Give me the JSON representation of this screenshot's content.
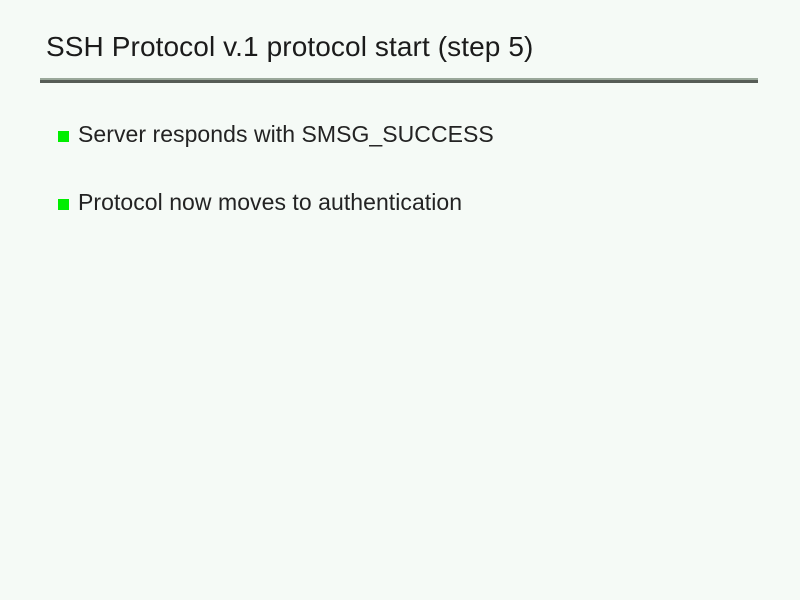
{
  "slide": {
    "title": "SSH Protocol v.1 protocol start (step 5)",
    "bullets": [
      {
        "marker": "square-bullet-icon",
        "text": "Server responds with SMSG_SUCCESS"
      },
      {
        "marker": "square-bullet-icon",
        "text": "Protocol now moves to authentication"
      }
    ],
    "colors": {
      "background": "#f5faf6",
      "title_text": "#1b1b1b",
      "body_text": "#232323",
      "bullet_green": "#00ee00",
      "rule_light": "#9aa89a",
      "rule_dark": "#565c56"
    }
  }
}
